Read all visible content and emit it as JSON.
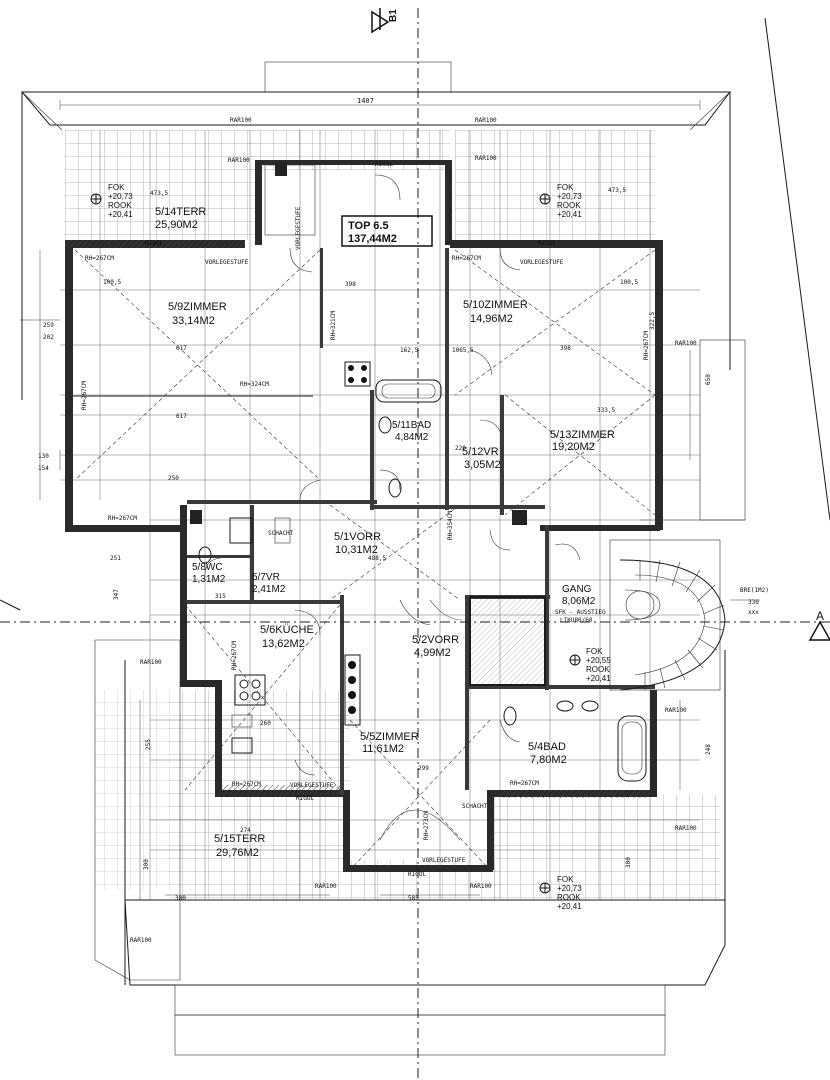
{
  "section_markers": {
    "top": "B1",
    "right": "A"
  },
  "overall_dimension": "1407",
  "top_box": {
    "title": "TOP 6.5",
    "area": "137,44M2"
  },
  "rooms": [
    {
      "id": "14terr",
      "name": "5/14TERR",
      "area": "25,90M2"
    },
    {
      "id": "9zimmer",
      "name": "5/9ZIMMER",
      "area": "33,14M2"
    },
    {
      "id": "10zimmer",
      "name": "5/10ZIMMER",
      "area": "14,96M2"
    },
    {
      "id": "13zimmer",
      "name": "5/13ZIMMER",
      "area": "19,20M2"
    },
    {
      "id": "11bad",
      "name": "5/11BAD",
      "area": "4,84M2"
    },
    {
      "id": "12vr",
      "name": "5/12VR",
      "area": "3,05M2"
    },
    {
      "id": "1vorr",
      "name": "5/1VORR",
      "area": "10,31M2"
    },
    {
      "id": "8wc",
      "name": "5/8WC",
      "area": "1,31M2"
    },
    {
      "id": "7vr",
      "name": "5/7VR",
      "area": "2,41M2"
    },
    {
      "id": "6kuche",
      "name": "5/6KÜCHE",
      "area": "13,62M2"
    },
    {
      "id": "2vorr",
      "name": "5/2VORR",
      "area": "4,99M2"
    },
    {
      "id": "5zimmer",
      "name": "5/5ZIMMER",
      "area": "11,61M2"
    },
    {
      "id": "4bad",
      "name": "5/4BAD",
      "area": "7,80M2"
    },
    {
      "id": "15terr",
      "name": "5/15TERR",
      "area": "29,76M2"
    },
    {
      "id": "gang",
      "name": "GANG",
      "area": "8,06M2"
    }
  ],
  "levels": [
    {
      "id": "lvl-left",
      "fok": "FOK",
      "fok_val": "+20,73",
      "rook": "ROOK",
      "rook_val": "+20,41"
    },
    {
      "id": "lvl-right",
      "fok": "FOK",
      "fok_val": "+20,73",
      "rook": "ROOK",
      "rook_val": "+20,41"
    },
    {
      "id": "lvl-gang",
      "fok": "FOK",
      "fok_val": "+20,55",
      "rook": "ROOK",
      "rook_val": "+20,41"
    },
    {
      "id": "lvl-bottom",
      "fok": "FOK",
      "fok_val": "+20,73",
      "rook": "ROOK",
      "rook_val": "+20,41"
    }
  ],
  "labels": {
    "rar100": "RAR100",
    "rigol": "RIGOL",
    "vorlegestufe": "VORLEGESTUFE",
    "rh267": "RH=267CM",
    "rh324": "RH=324CM",
    "rh321": "RH=321CM",
    "rh354": "RH=354CM",
    "rh273": "RH=273CM",
    "bre": "BRE(1M2)",
    "bre_val": "330",
    "xxx": "xxx",
    "gang_sub1": "SFK - AUSSTIEG",
    "gang_sub2": "LIKU80/60",
    "schacht": "SCHACHT",
    "abgehängt": "abgehängt",
    "dim_617": "617",
    "dim_473": "473,5",
    "dim_398": "398",
    "dim_3225": "322,5",
    "dim_3335": "333,5",
    "dim_299": "299",
    "dim_4885": "488,5",
    "dim_315": "315",
    "dim_255": "255",
    "dim_300": "300",
    "dim_380": "380",
    "dim_585": "585",
    "dim_274": "274",
    "dim_260": "260",
    "dim_220": "220",
    "dim_250": "250",
    "dim_259": "259",
    "dim_202": "202",
    "dim_154": "154",
    "dim_130": "130",
    "dim_650": "650",
    "dim_248": "248",
    "dim_100": "100,5",
    "dim_1065": "1065,5",
    "dim_1625": "162,5",
    "dim_251": "251",
    "dim_347": "347"
  }
}
